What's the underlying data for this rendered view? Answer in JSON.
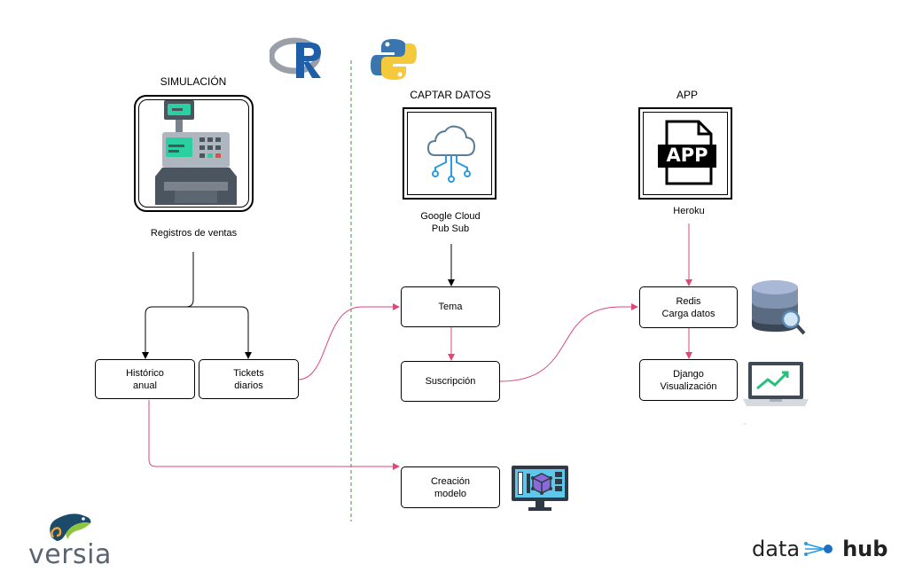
{
  "sections": {
    "simulacion": "SIMULACIÓN",
    "captar": "CAPTAR DATOS",
    "app": "APP"
  },
  "captions": {
    "registros": "Registros de ventas",
    "pubsub": "Google Cloud\nPub Sub",
    "heroku": "Heroku"
  },
  "nodes": {
    "historico": "Histórico\nanual",
    "tickets": "Tickets\ndiarios",
    "tema": "Tema",
    "suscripcion": "Suscripción",
    "creacion": "Creación\nmodelo",
    "redis": "Redis\nCarga datos",
    "django": "Django\nVisualización"
  },
  "icons": {
    "r_logo": "R",
    "app_file": "APP"
  },
  "logos": {
    "versia": "versia",
    "datahub_data": "data",
    "datahub_hub": "hub"
  },
  "colors": {
    "pink_edge": "#e0457b",
    "black_edge": "#000000",
    "divider": "#3a9a3a"
  }
}
